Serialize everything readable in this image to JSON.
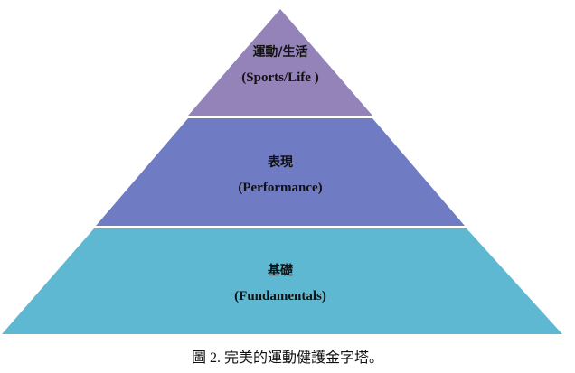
{
  "tiers": [
    {
      "title": "運動/生活",
      "subtitle": "(Sports/Life )",
      "color": "#9383b8"
    },
    {
      "title": "表現",
      "subtitle": "(Performance)",
      "color": "#6f7cc4"
    },
    {
      "title": "基礎",
      "subtitle": "(Fundamentals)",
      "color": "#5fb8d2"
    }
  ],
  "caption": "圖 2. 完美的運動健護金字塔。"
}
